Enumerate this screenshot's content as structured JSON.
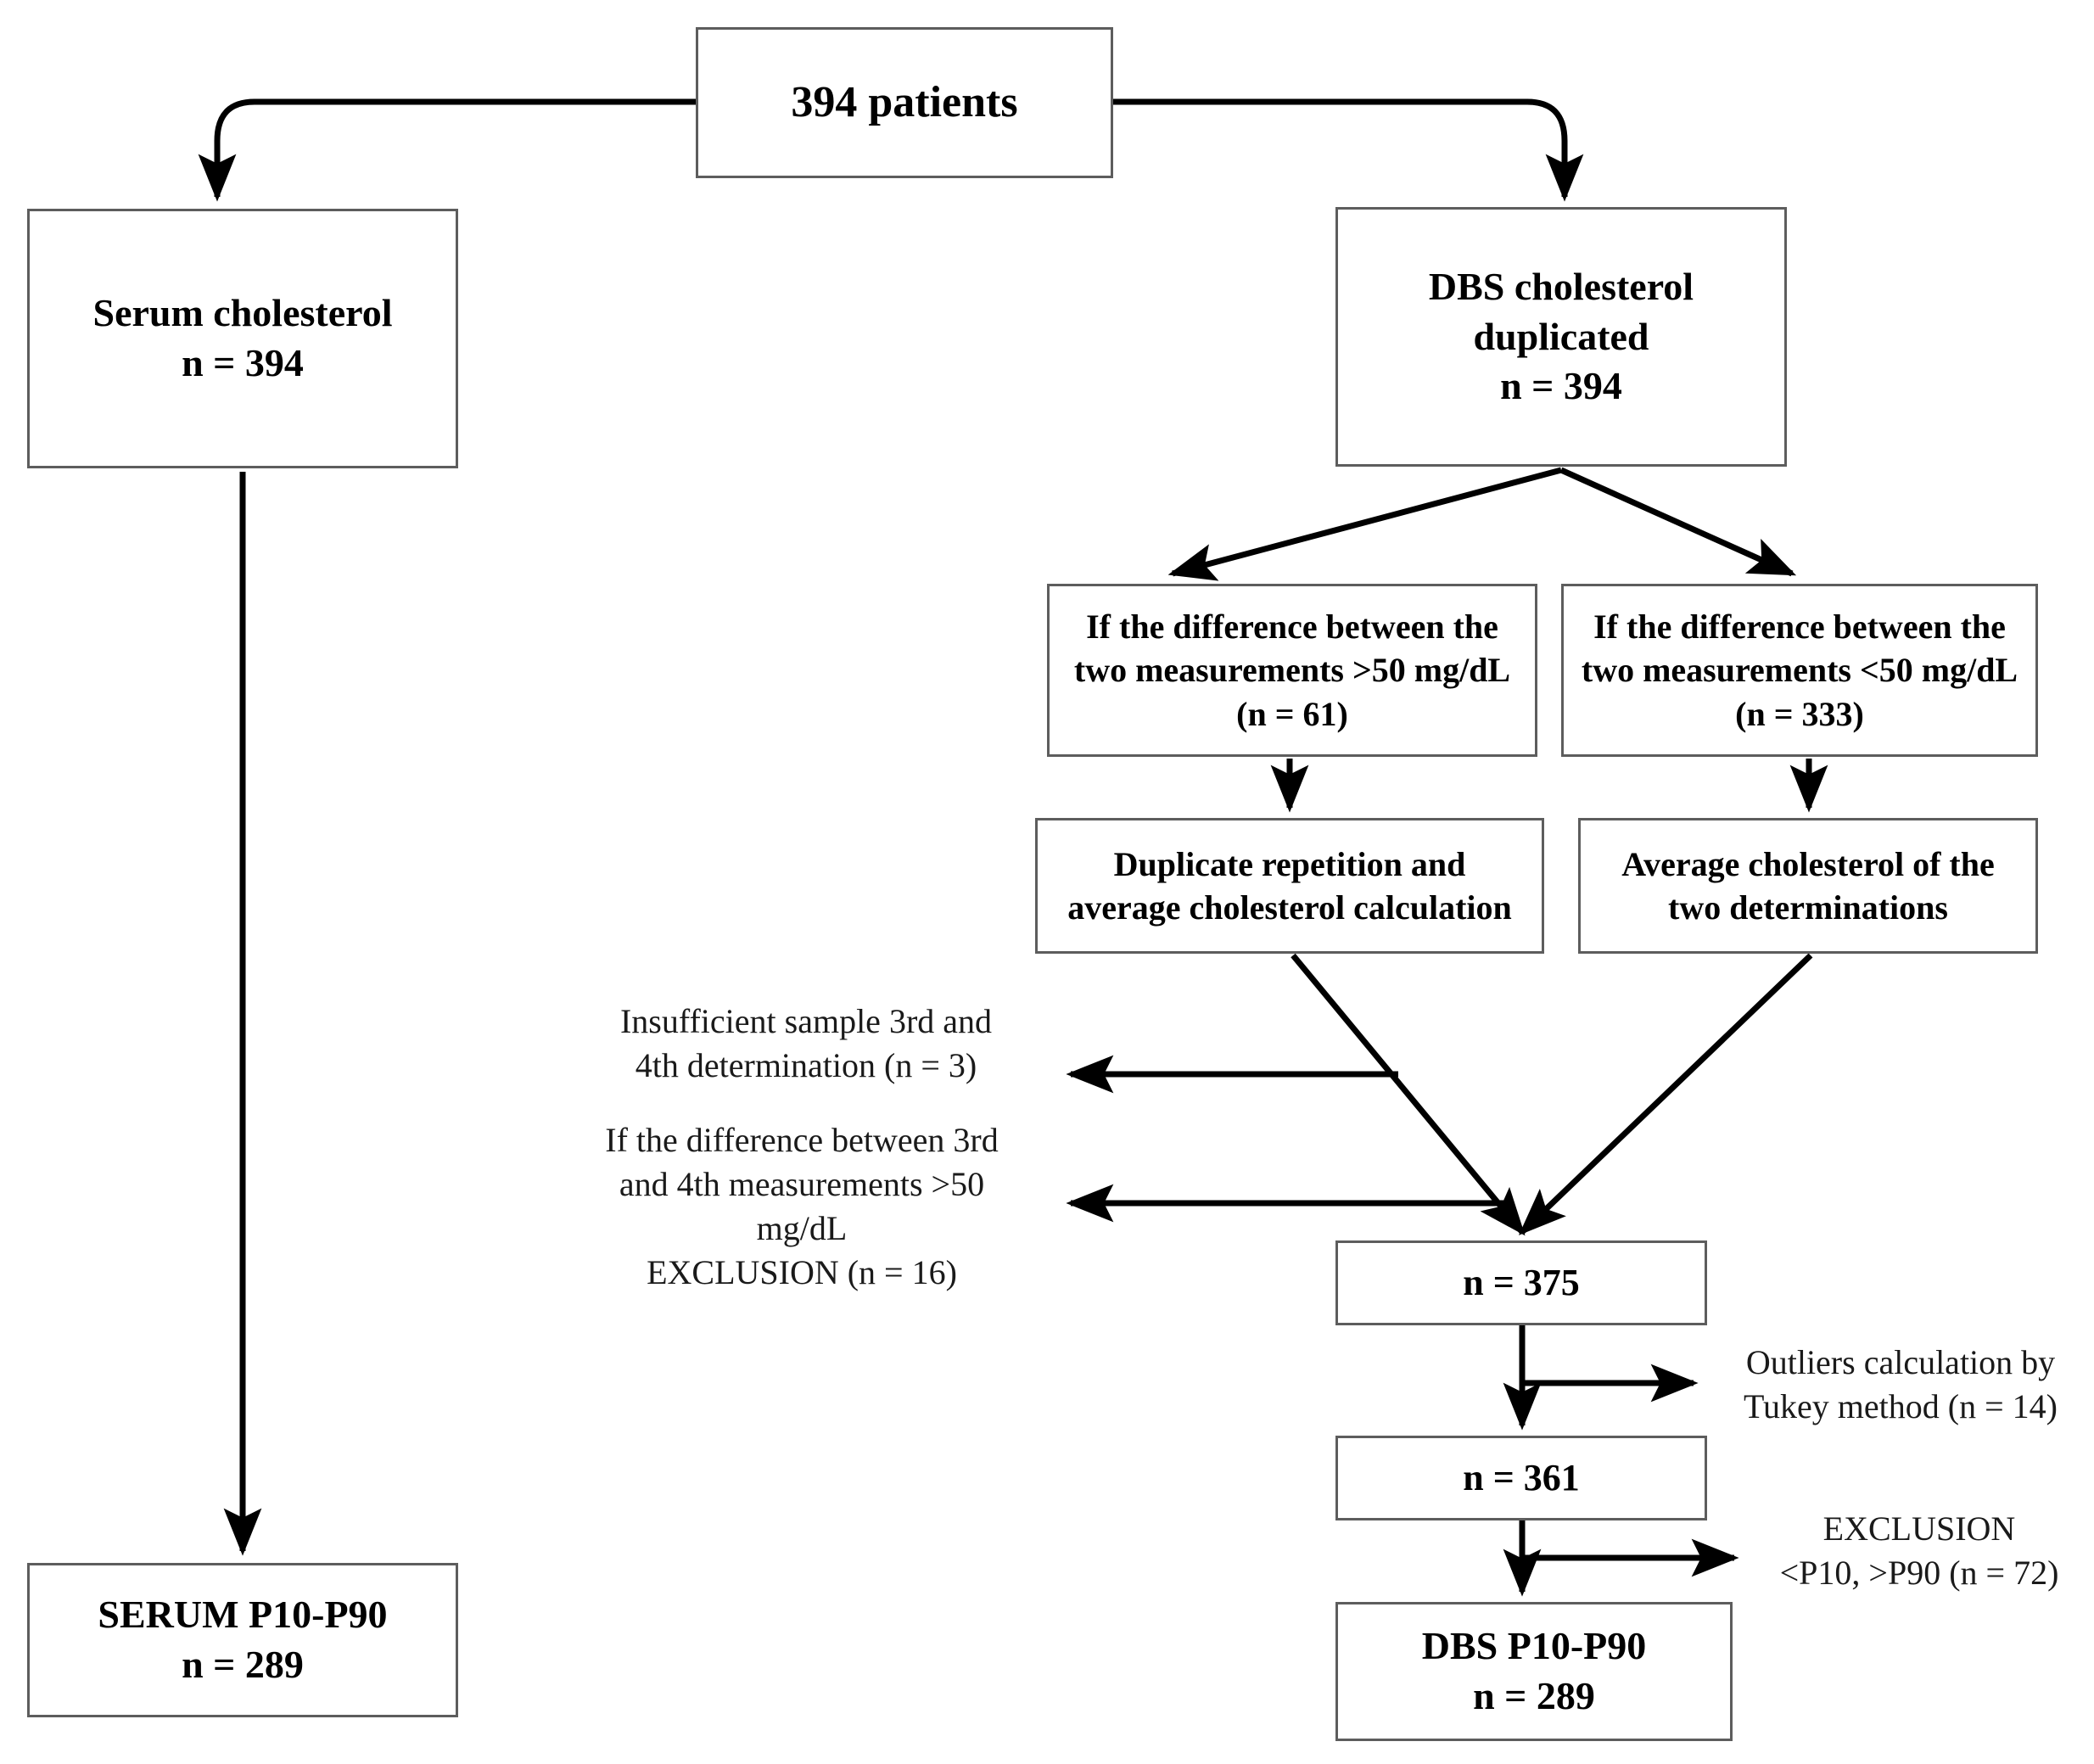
{
  "diagram": {
    "title_box": {
      "label": "394 patients"
    },
    "nodes": {
      "patients": {
        "lines": [
          "394 patients"
        ]
      },
      "serum": {
        "lines": [
          "Serum cholesterol",
          "n = 394"
        ]
      },
      "dbs": {
        "lines": [
          "DBS cholesterol",
          "duplicated",
          "n = 394"
        ]
      },
      "cond_gt": {
        "lines": [
          "If the difference between the",
          "two measurements >50 mg/dL",
          "(n = 61)"
        ]
      },
      "cond_lt": {
        "lines": [
          "If the difference between the",
          "two measurements <50 mg/dL",
          "(n = 333)"
        ]
      },
      "dup_rep": {
        "lines": [
          "Duplicate repetition and",
          "average cholesterol calculation"
        ]
      },
      "avg_two": {
        "lines": [
          "Average cholesterol of the",
          "two determinations"
        ]
      },
      "n375": {
        "lines": [
          "n = 375"
        ]
      },
      "n361": {
        "lines": [
          "n = 361"
        ]
      },
      "serum_p": {
        "lines": [
          "SERUM P10-P90",
          "n = 289"
        ]
      },
      "dbs_p": {
        "lines": [
          "DBS P10-P90",
          "n = 289"
        ]
      }
    },
    "notes": {
      "insufficient": {
        "lines": [
          "Insufficient sample 3rd and",
          "4th determination (n =  3)"
        ]
      },
      "diff34": {
        "lines": [
          "If the difference between 3rd",
          "and 4th measurements >50",
          "mg/dL",
          "EXCLUSION (n =  16)"
        ]
      },
      "outliers": {
        "lines": [
          "Outliers calculation by",
          "Tukey method (n = 14)"
        ]
      },
      "exclusion": {
        "lines": [
          "EXCLUSION",
          "<P10, >P90 (n = 72)"
        ]
      }
    },
    "colors": {
      "box_border": "#5d5d5d",
      "connector": "#000000",
      "text": "#000000",
      "background": "#ffffff"
    }
  }
}
